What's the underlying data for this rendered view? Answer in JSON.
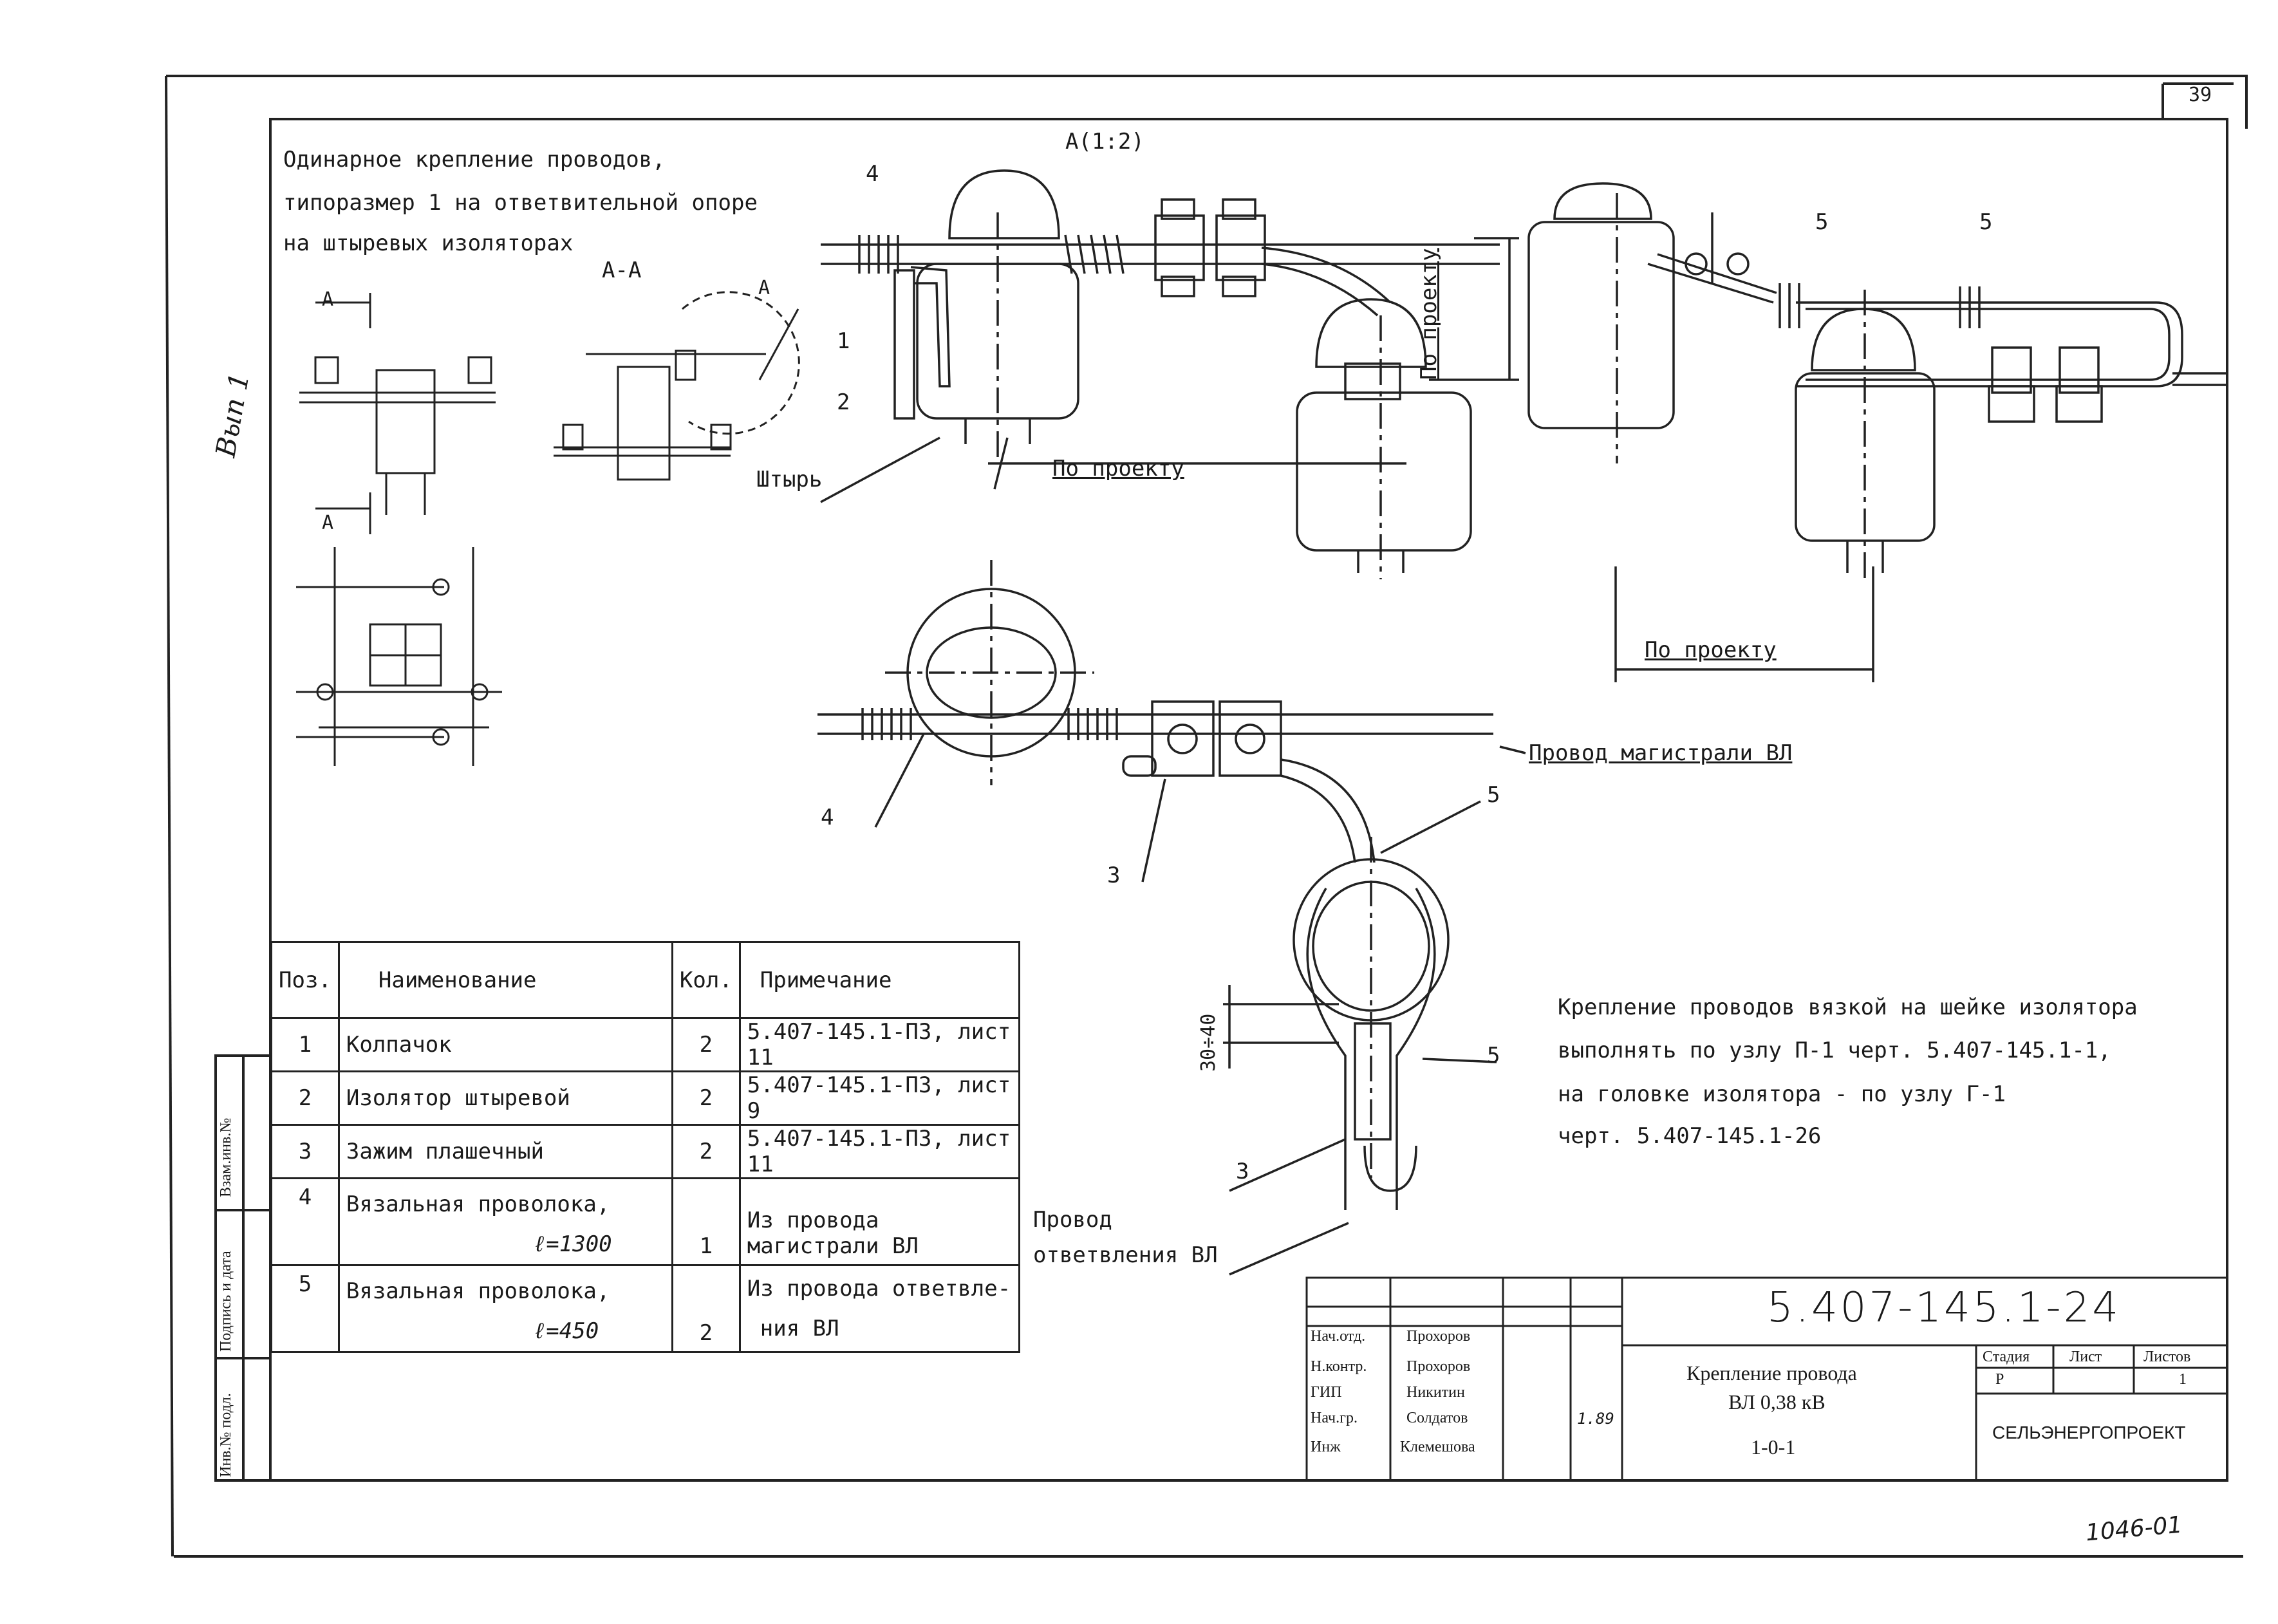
{
  "page_number": "39",
  "margin_note": "Вып 1",
  "title_lines": [
    "Одинарное крепление проводов,",
    "типоразмер 1 на ответвительной опоре",
    "на штыревых изоляторах"
  ],
  "labels": {
    "section_aa": "А-А",
    "view_a": "А(1:2)",
    "a_mark": "А",
    "pin": "Штырь",
    "by_project": "По проекту",
    "main_wire": "Провод магистрали ВЛ",
    "branch_wire_line1": "Провод",
    "branch_wire_line2": "ответвления ВЛ",
    "dim_30_40": "30÷40",
    "callouts": [
      "1",
      "2",
      "3",
      "4",
      "5"
    ]
  },
  "note_lines": [
    "Крепление проводов вязкой на шейке изолятора",
    "выполнять по узлу П-1 черт. 5.407-145.1-1,",
    "на головке изолятора - по узлу Г-1",
    "черт. 5.407-145.1-26"
  ],
  "spec_table": {
    "headers": {
      "pos": "Поз.",
      "name": "Наименование",
      "qty": "Кол.",
      "note": "Примечание"
    },
    "rows": [
      {
        "pos": "1",
        "name": "Колпачок",
        "qty": "2",
        "note": "5.407-145.1-ПЗ, лист 11"
      },
      {
        "pos": "2",
        "name": "Изолятор штыревой",
        "qty": "2",
        "note": "5.407-145.1-ПЗ, лист 9"
      },
      {
        "pos": "3",
        "name": "Зажим плашечный",
        "qty": "2",
        "note": "5.407-145.1-ПЗ, лист 11"
      },
      {
        "pos": "4",
        "name": "Вязальная проволока,",
        "len": "ℓ=1300",
        "qty": "1",
        "note": "Из провода магистрали ВЛ"
      },
      {
        "pos": "5",
        "name": "Вязальная проволока,",
        "len": "ℓ=450",
        "qty": "2",
        "note": "Из провода ответвле-",
        "note2": "ния ВЛ"
      }
    ]
  },
  "side_stamp": [
    "Взам.инв.№",
    "Подпись и дата",
    "Инв.№ подл."
  ],
  "title_block": {
    "doc_code": "5.407-145.1-24",
    "roles": [
      {
        "role": "Нач.отд.",
        "name": "Прохоров"
      },
      {
        "role": "Н.контр.",
        "name": "Прохоров"
      },
      {
        "role": "ГИП",
        "name": "Никитин"
      },
      {
        "role": "Нач.гр.",
        "name": "Солдатов"
      },
      {
        "role": "Инж",
        "name": "Клемешова"
      }
    ],
    "signature_date": "1.89",
    "description_lines": [
      "Крепление провода",
      "ВЛ 0,38 кВ",
      "1-0-1"
    ],
    "stage_header": "Стадия",
    "sheet_header": "Лист",
    "sheets_header": "Листов",
    "stage": "Р",
    "sheets": "1",
    "organization": "СЕЛЬЭНЕРГОПРОЕКТ"
  },
  "footer_code": "1046-01"
}
